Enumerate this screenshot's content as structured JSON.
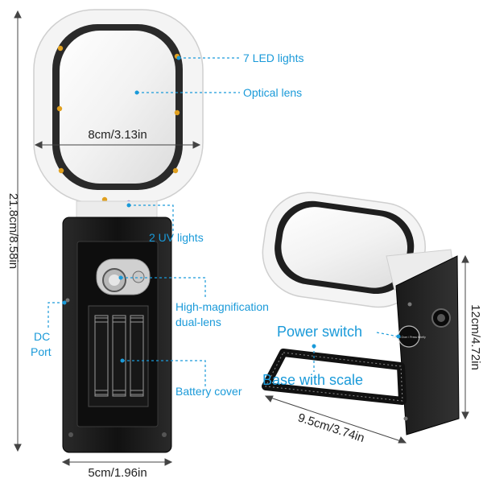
{
  "dimensions": {
    "width_top": "8cm/3.13in",
    "height_left": "21.8cm/8.58in",
    "width_bottom": "5cm/1.96in",
    "height_right": "12cm/4.72in",
    "width_base": "9.5cm/3.74in"
  },
  "callouts": {
    "led": "7 LED lights",
    "optical": "Optical lens",
    "uv": "2 UV lights",
    "dual_lens_1": "High-magnification",
    "dual_lens_2": "dual-lens",
    "dc_1": "DC",
    "dc_2": "Port",
    "battery": "Battery cover",
    "power": "Power switch",
    "base": "Base with scale"
  },
  "device_text": {
    "switch_label": "Switch Over / Press Briefly"
  },
  "colors": {
    "accent": "#1a9ad9",
    "frame_white": "#f4f4f4",
    "body_black": "#1b1b1b"
  }
}
